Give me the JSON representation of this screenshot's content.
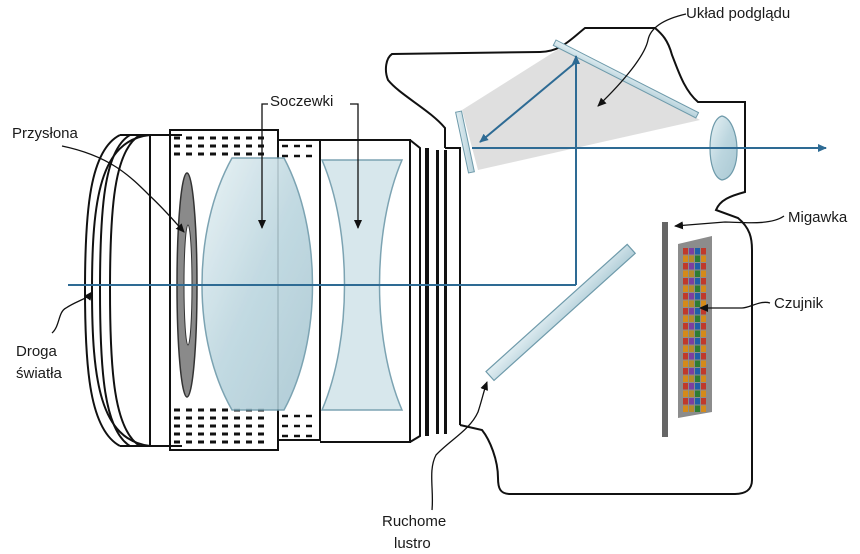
{
  "labels": {
    "aperture": "Przysłona",
    "lenses": "Soczewki",
    "viewfinder": "Układ podglądu",
    "shutter": "Migawka",
    "sensor": "Czujnik",
    "light_path_line1": "Droga",
    "light_path_line2": "światła",
    "mirror_line1": "Ruchome",
    "mirror_line2": "lustro"
  },
  "colors": {
    "ray": "#2e6b94",
    "lens_fill": "#cfe3ea",
    "lens_stroke": "#6e9aaa",
    "prism_fill": "#d9d9d9",
    "outline": "#111111",
    "shutter": "#666666"
  },
  "sensor_colors": [
    "#c0392b",
    "#2e7d32",
    "#7b3fa0",
    "#d48a1a",
    "#1f5fa8",
    "#b5892a"
  ]
}
